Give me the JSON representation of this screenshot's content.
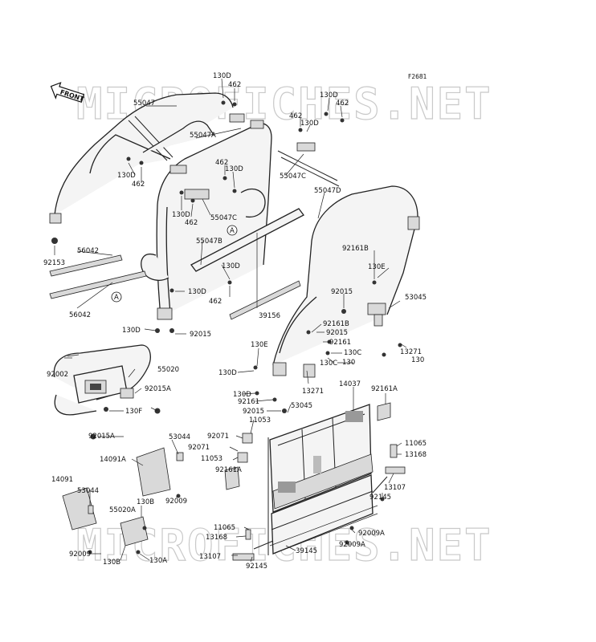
{
  "figure_id": "F2681",
  "front_label": "FRONT",
  "watermarks": [
    "MICROFICHES.NET",
    "MICROFICHES.NET"
  ],
  "ref_mark": "A",
  "part_labels": [
    "130D",
    "462",
    "55047",
    "130D",
    "462",
    "462",
    "130D",
    "55047A",
    "130D",
    "462",
    "462",
    "130D",
    "55047C",
    "130D",
    "462",
    "55047C",
    "55047D",
    "55047B",
    "130D",
    "92153",
    "56042",
    "56042",
    "130D",
    "462",
    "39156",
    "92161B",
    "130E",
    "92015",
    "53045",
    "130D",
    "92015",
    "92161B",
    "92015",
    "92161",
    "130C",
    "130",
    "13271",
    "130C",
    "130",
    "130E",
    "130D",
    "55020",
    "92002",
    "92015A",
    "13271",
    "14037",
    "92161A",
    "130D",
    "92161",
    "53045",
    "92015",
    "130F",
    "92015A",
    "53044",
    "92071",
    "11053",
    "92071",
    "14091A",
    "11053",
    "11065",
    "13168",
    "92161A",
    "13107",
    "92145",
    "14091",
    "53044",
    "92009",
    "55020A",
    "130B",
    "92009A",
    "11065",
    "13168",
    "92009A",
    "13107",
    "39145",
    "92145",
    "92009",
    "130B",
    "130A"
  ]
}
